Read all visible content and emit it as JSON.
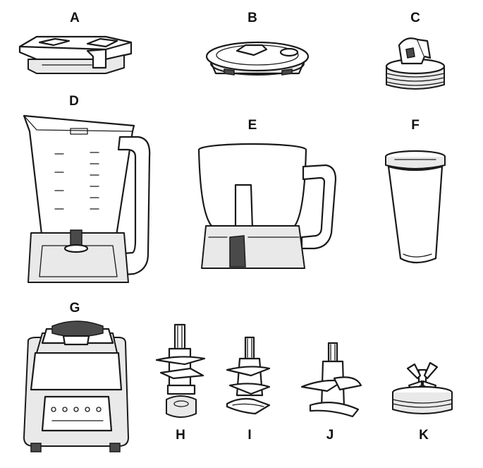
{
  "parts": [
    {
      "id": "A",
      "label": "A"
    },
    {
      "id": "B",
      "label": "B"
    },
    {
      "id": "C",
      "label": "C"
    },
    {
      "id": "D",
      "label": "D"
    },
    {
      "id": "E",
      "label": "E"
    },
    {
      "id": "F",
      "label": "F"
    },
    {
      "id": "G",
      "label": "G"
    },
    {
      "id": "H",
      "label": "H"
    },
    {
      "id": "I",
      "label": "I"
    },
    {
      "id": "J",
      "label": "J"
    },
    {
      "id": "K",
      "label": "K"
    }
  ]
}
